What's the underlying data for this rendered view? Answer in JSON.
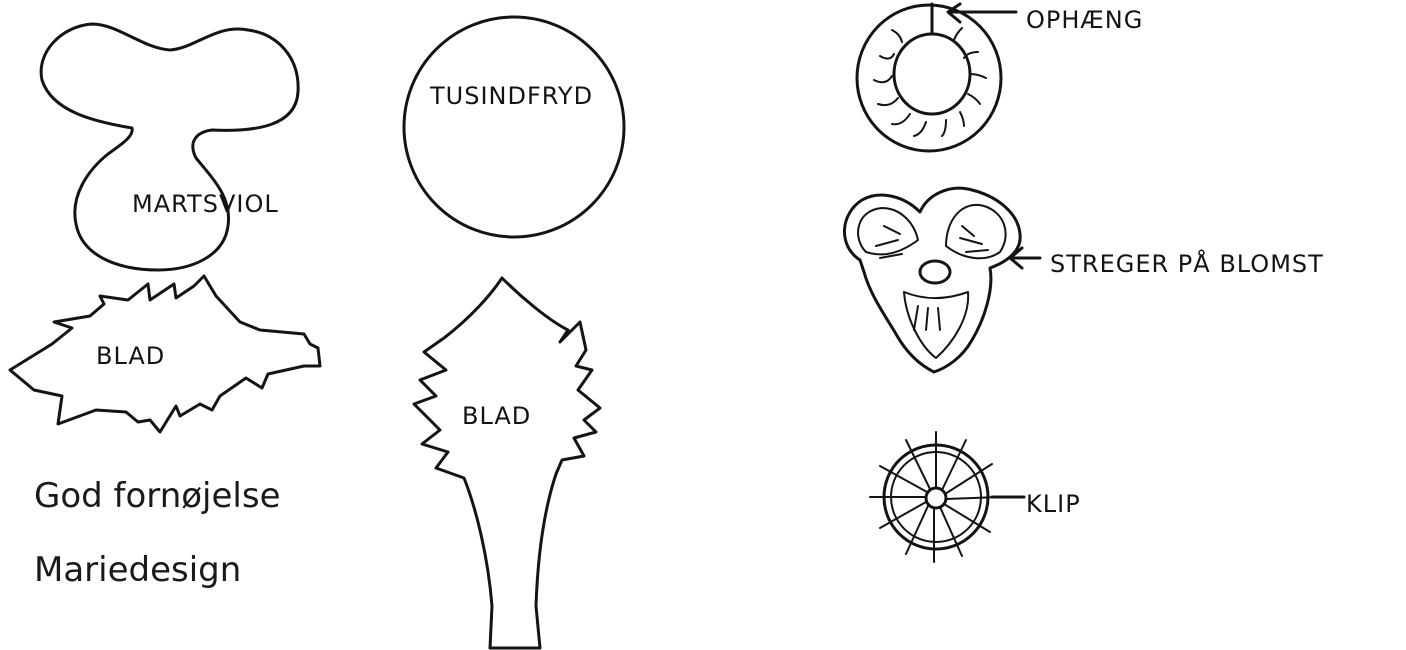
{
  "shapes": {
    "violet": {
      "label": "MARTSVIOL"
    },
    "daisy": {
      "label": "TUSINDFRYD"
    },
    "leaf_horizontal": {
      "label": "BLAD"
    },
    "leaf_vertical": {
      "label": "BLAD"
    }
  },
  "instructions": {
    "hanger": {
      "label": "OPHÆNG"
    },
    "flower_lines": {
      "label": "STREGER PÅ BLOMST"
    },
    "cut": {
      "label": "KLIP"
    }
  },
  "footer": {
    "greeting": "God fornøjelse",
    "signature": "Mariedesign"
  }
}
